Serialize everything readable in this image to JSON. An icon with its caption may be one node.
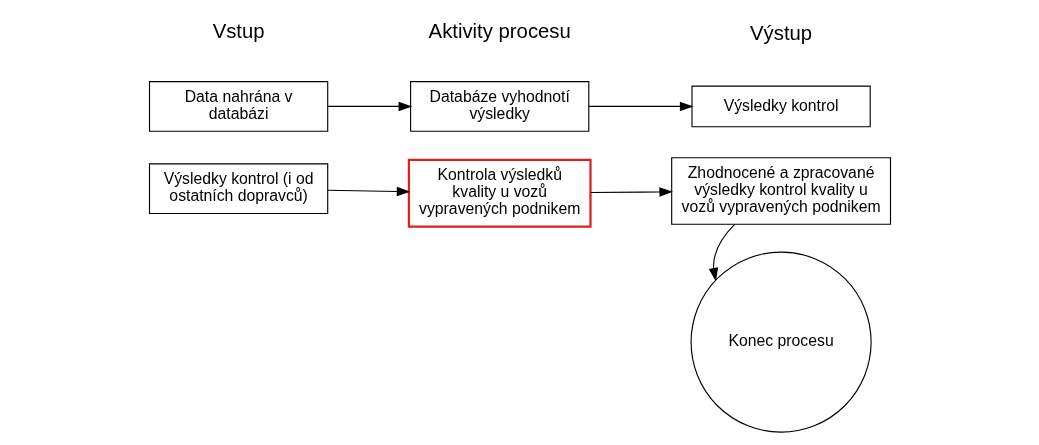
{
  "diagram": {
    "nodes": [
      {
        "text": [
          "Data nahrána v databázi"
        ]
      },
      {
        "text": [
          "Databáze vyhodnotí výsledky"
        ]
      },
      {
        "text": [
          "Výsledky kontrol"
        ]
      },
      {
        "text": [
          "Výsledky kontrol (i od ostatních dopravců)"
        ]
      },
      {
        "text": [
          "Kontrola výsledků kvality u vozů vypravených podnikem"
        ]
      },
      {
        "text": [
          "Zhodnocené a zpracované výsledky kontrol kvality u vozů vypravených podnikem"
        ]
      },
      {
        "text": [
          "Konec procesu"
        ]
      }
    ],
    "edges": [
      {
        "from": 0,
        "to": 1,
        "arrow": "to"
      },
      {
        "from": 1,
        "to": 2,
        "arrow": "to"
      },
      {
        "from": 3,
        "to": 4,
        "arrow": "to"
      },
      {
        "from": 4,
        "to": 5,
        "arrow": "to"
      },
      {
        "from": 5,
        "to": 6,
        "arrow": "to"
      }
    ],
    "labels": [
      "Vstup",
      "Aktivity procesu",
      "Výstup"
    ]
  }
}
